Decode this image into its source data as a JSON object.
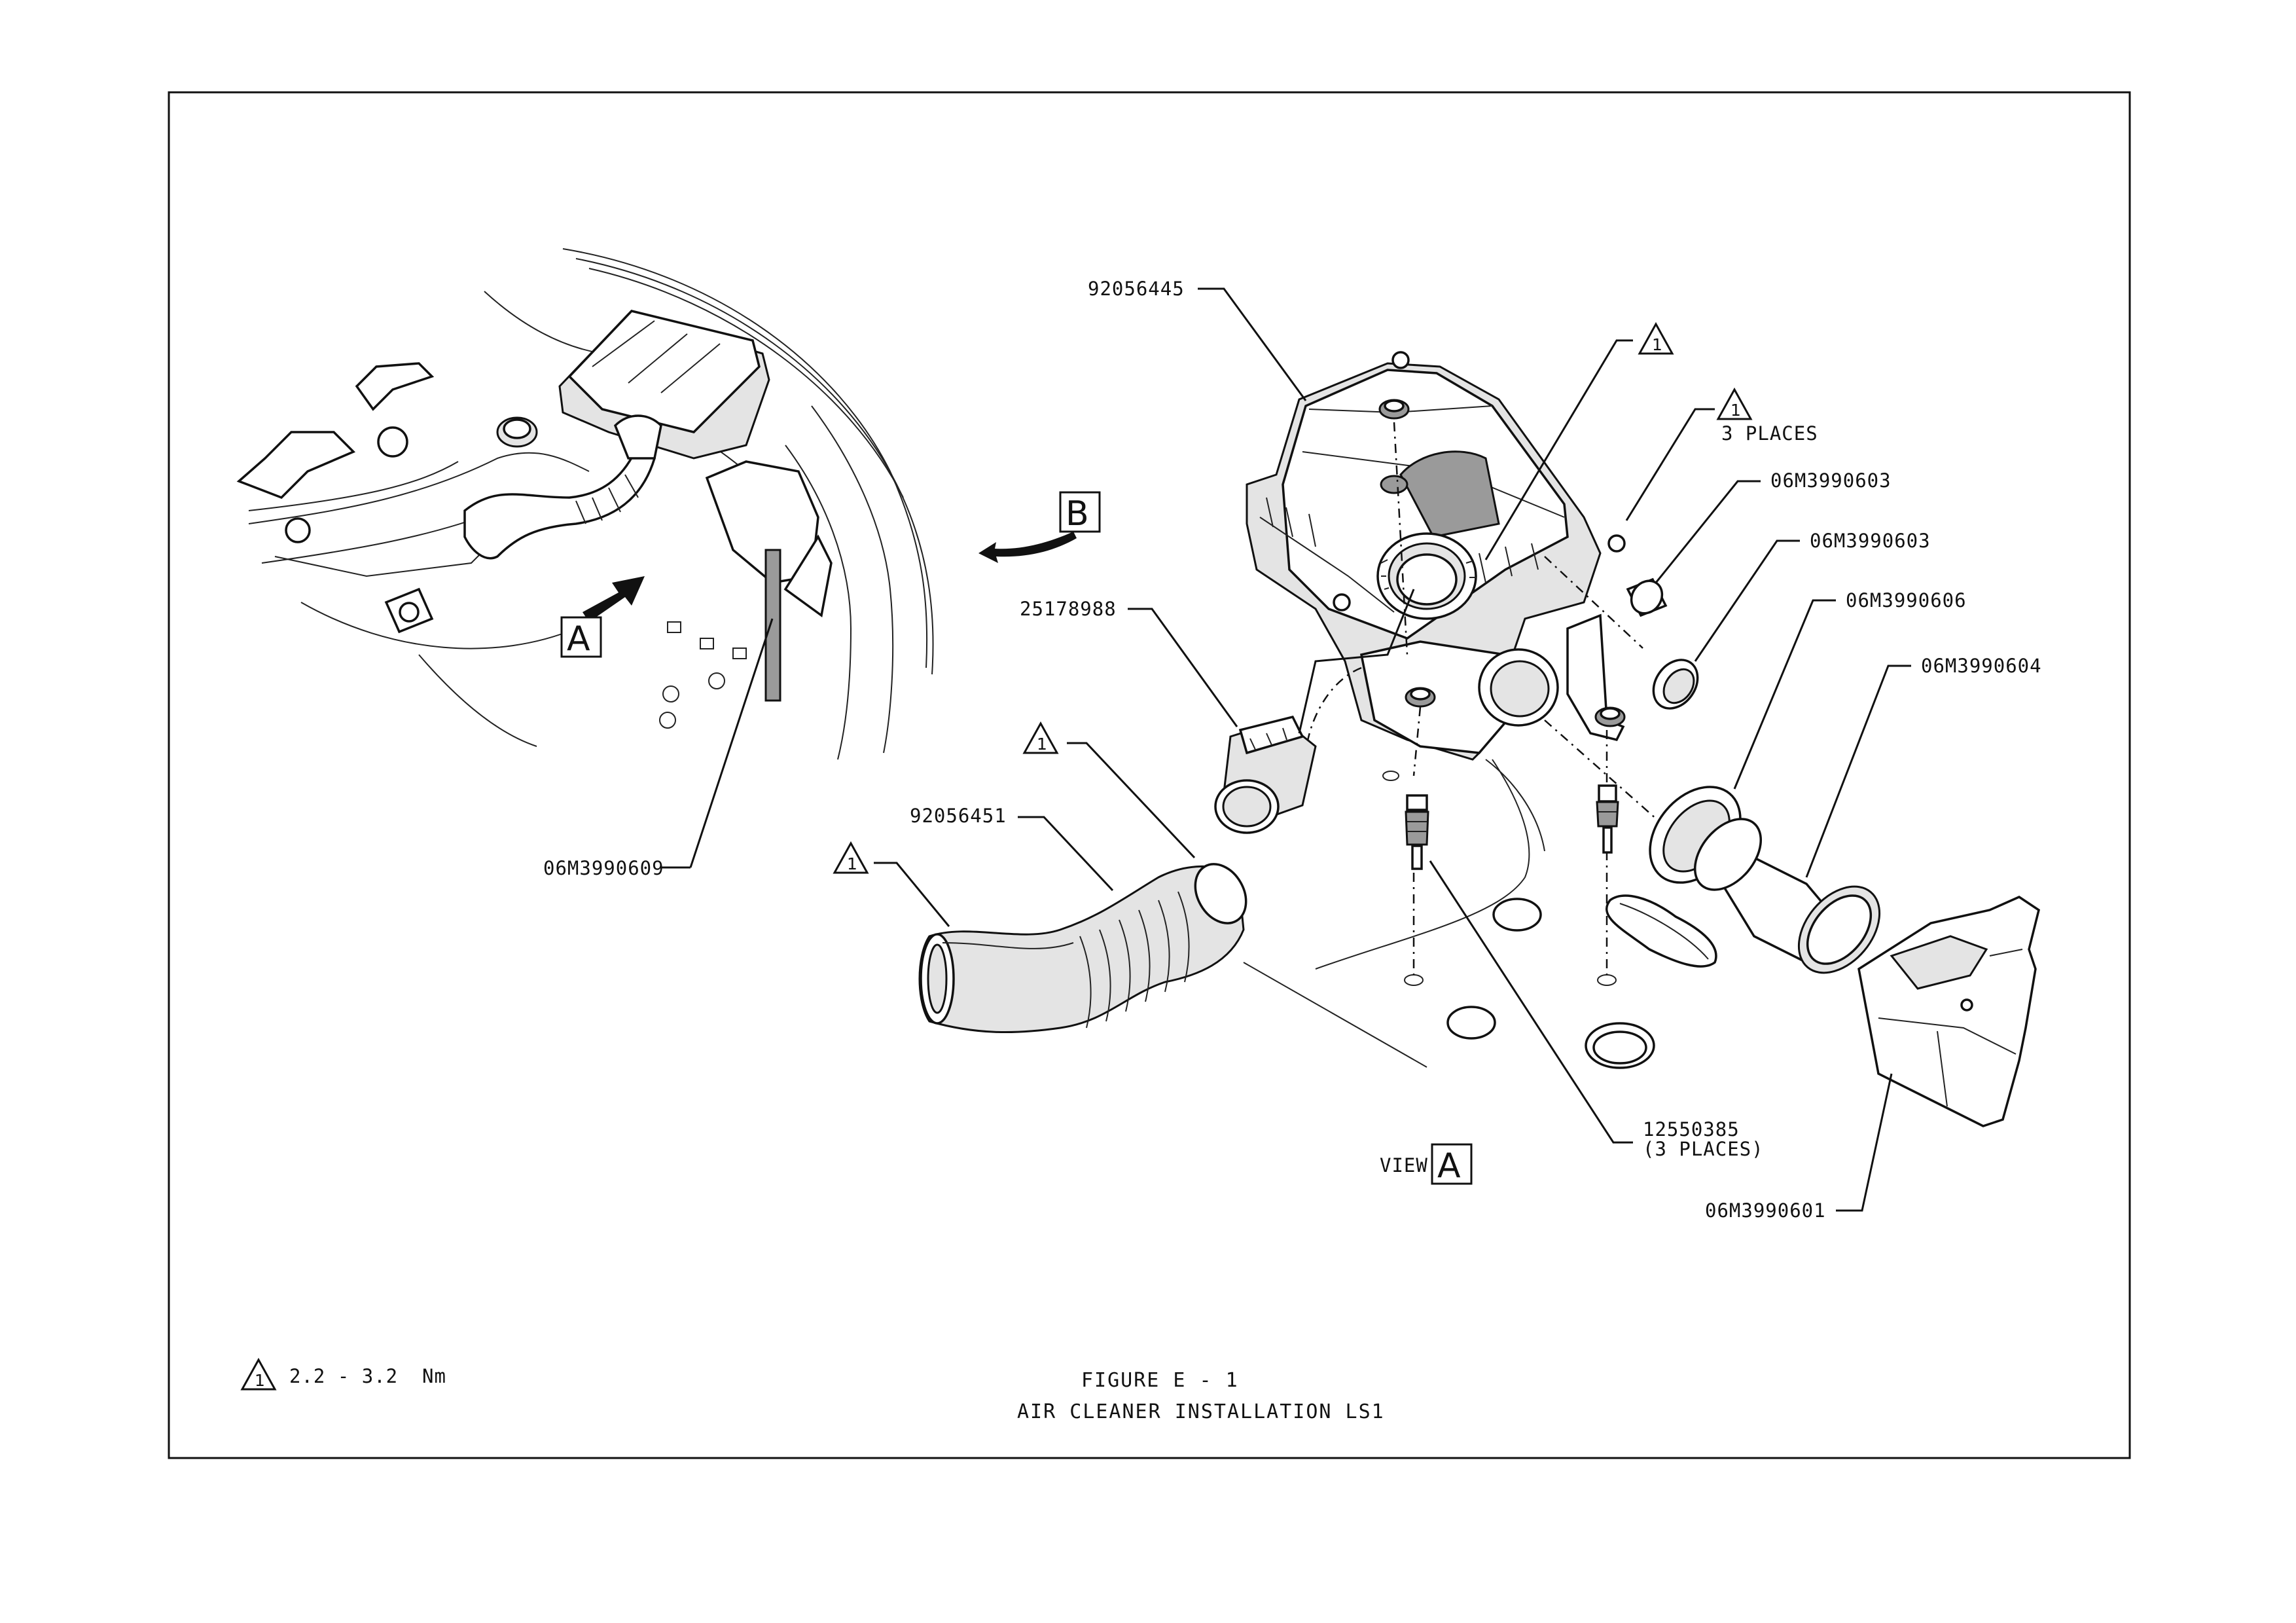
{
  "figure": {
    "number": "FIGURE E - 1",
    "title": "AIR CLEANER INSTALLATION LS1"
  },
  "torque_note": {
    "symbol": "1",
    "spec": "2.2 - 3.2  Nm"
  },
  "view_refs": {
    "arrow_a": "A",
    "arrow_b": "B",
    "view_prefix": "VIEW",
    "view_letter": "A"
  },
  "callouts": {
    "housing": "92056445",
    "mass_air_flow_sensor": "25178988",
    "intake_duct": "92056451",
    "bracket": "06M3990609",
    "grommet_1": "06M3990603",
    "grommet_2": "06M3990603",
    "seal_ring": "06M3990606",
    "snorkel_tube": "06M3990604",
    "heat_shield": "06M3990601",
    "fastener": "12550385",
    "fastener_qty": "(3 PLACES)",
    "torque_places": "3 PLACES"
  },
  "torque_markers": [
    "1",
    "1",
    "1",
    "1"
  ],
  "colors": {
    "line": "#111111",
    "paper": "#ffffff",
    "fill_light": "#e4e4e4",
    "fill_dark": "#9a9a9a"
  }
}
